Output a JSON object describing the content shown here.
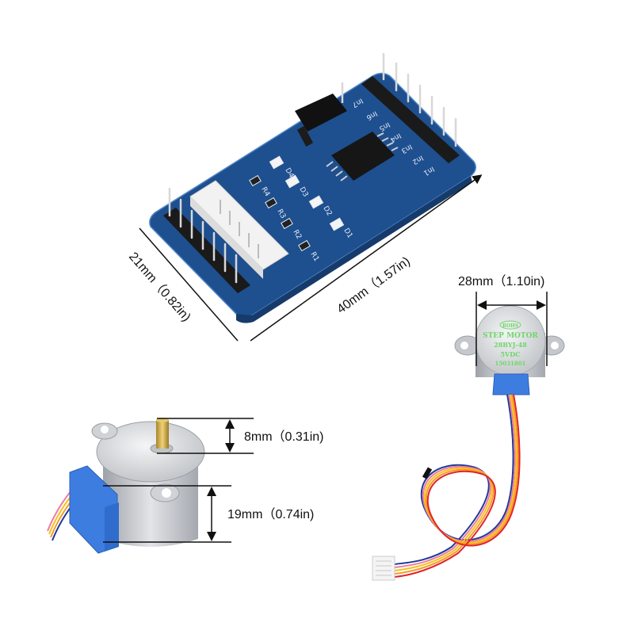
{
  "dimensions": {
    "board_width": {
      "mm": "21mm",
      "in": "(0.82in)",
      "label": "21mm（0.82in)"
    },
    "board_length": {
      "mm": "40mm",
      "in": "(1.57in)",
      "label": "40mm（1.57in)"
    },
    "motor_diameter": {
      "mm": "28mm",
      "in": "(1.10in)",
      "label": "28mm（1.10in)"
    },
    "shaft_height": {
      "mm": "8mm",
      "in": "(0.31in)",
      "label": "8mm（0.31in)"
    },
    "motor_height": {
      "mm": "19mm",
      "in": "(0.74in)",
      "label": "19mm（0.74in)"
    }
  },
  "board": {
    "input_pins": [
      "In1",
      "In2",
      "In3",
      "In4",
      "In5",
      "In6",
      "In7"
    ],
    "leds": [
      "D1",
      "D2",
      "D3",
      "D4"
    ],
    "resistors": [
      "R1",
      "R2",
      "R3",
      "R4"
    ],
    "colors": {
      "pcb": "#1e4f8f",
      "header": "#1a1a1a",
      "connector": "#f2f2f2"
    }
  },
  "motor": {
    "badge": "ROHS",
    "title": "STEP MOTOR",
    "model": "28BYJ-48",
    "voltage": "5VDC",
    "serial": "15031801",
    "colors": {
      "body": "#c9ccd1",
      "cap": "#3e7de0",
      "label": "#6fd66a"
    },
    "wire_colors": [
      "#1f3a9a",
      "#f07aa0",
      "#f5c218",
      "#f59a2a",
      "#e0242a"
    ]
  }
}
